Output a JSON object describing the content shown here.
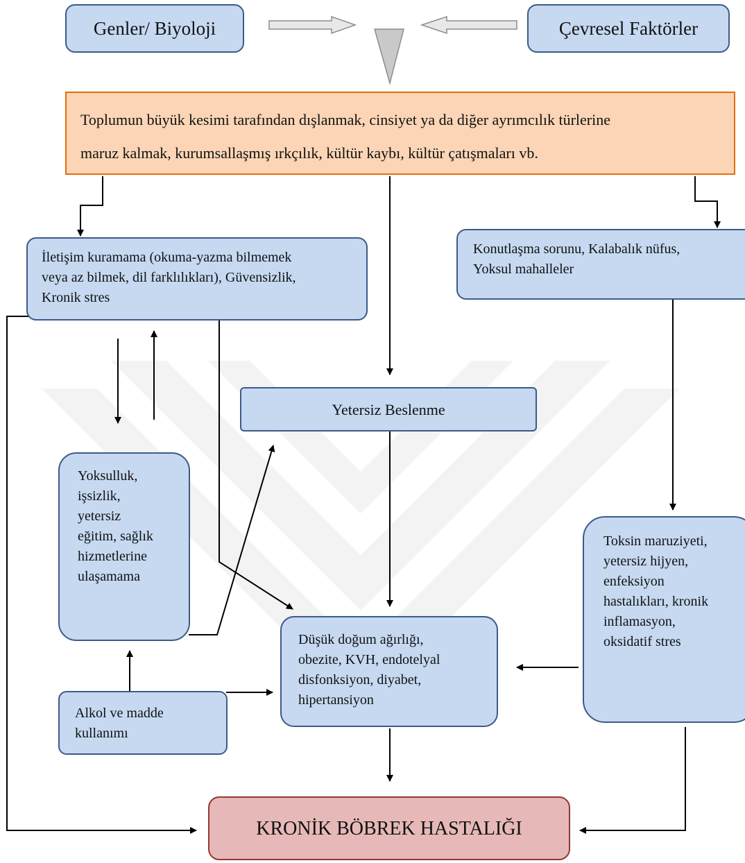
{
  "nodes": {
    "genes": "Genler/ Biyoloji",
    "environment": "Çevresel Faktörler",
    "discrimination_line1": "Toplumun büyük kesimi tarafından dışlanmak, cinsiyet ya da diğer ayrımcılık türlerine",
    "discrimination_line2": "maruz kalmak, kurumsallaşmış ırkçılık, kültür kaybı, kültür çatışmaları vb.",
    "communication_lines": [
      "İletişim kuramama (okuma-yazma bilmemek",
      "veya az bilmek, dil farklılıkları), Güvensizlik,",
      "Kronik stres"
    ],
    "housing_lines": [
      "Konutlaşma sorunu, Kalabalık nüfus,",
      "Yoksul mahalleler"
    ],
    "malnutrition": "Yetersiz Beslenme",
    "poverty_lines": [
      "Yoksulluk,",
      "işsizlik,",
      "yetersiz",
      "eğitim, sağlık",
      "hizmetlerine",
      "ulaşamama"
    ],
    "toxin_lines": [
      "Toksin maruziyeti,",
      "yetersiz hijyen,",
      "enfeksiyon",
      "hastalıkları, kronik",
      "inflamasyon,",
      "oksidatif stres"
    ],
    "lowbirth_lines": [
      "Düşük doğum ağırlığı,",
      "obezite, KVH, endotelyal",
      "disfonksiyon, diyabet,",
      "hipertansiyon"
    ],
    "alcohol_lines": [
      "Alkol ve madde",
      "kullanımı"
    ],
    "ckd": "KRONİK BÖBREK HASTALIĞI"
  },
  "colors": {
    "node_fill": "#c6d9f1",
    "node_border": "#3b5b86",
    "orange_fill": "#fbd5b5",
    "orange_border": "#e46c0a",
    "red_fill": "#e6b9b8",
    "red_border": "#943634",
    "arrow": "#000000",
    "gray_arrow": "#bfbfbf"
  }
}
